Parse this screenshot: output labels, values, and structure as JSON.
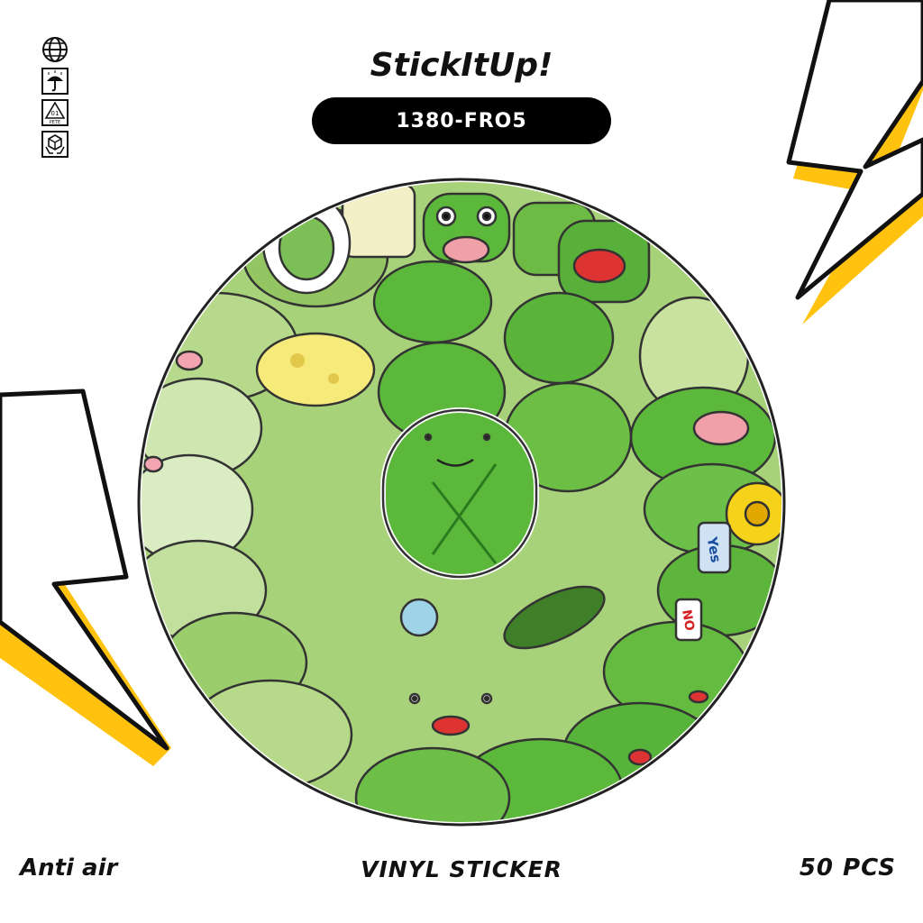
{
  "brand": {
    "name": "StickItUp!"
  },
  "product": {
    "code": "1380-FRO5"
  },
  "icons": [
    "globe-icon",
    "umbrella-icon",
    "recycle-pete-icon",
    "box-hands-icon"
  ],
  "recycle_label": {
    "number": "01",
    "material": "PETE"
  },
  "colors": {
    "accent": "#ffc20e",
    "frog_green": "#5cb83a",
    "frog_light": "#b6d98c",
    "dark": "#111111"
  },
  "footer": {
    "left": "Anti air",
    "center": "VINYL STICKER",
    "right": "50 PCS"
  },
  "stickers": {
    "text_yes": "Yes",
    "text_no": "NO"
  }
}
